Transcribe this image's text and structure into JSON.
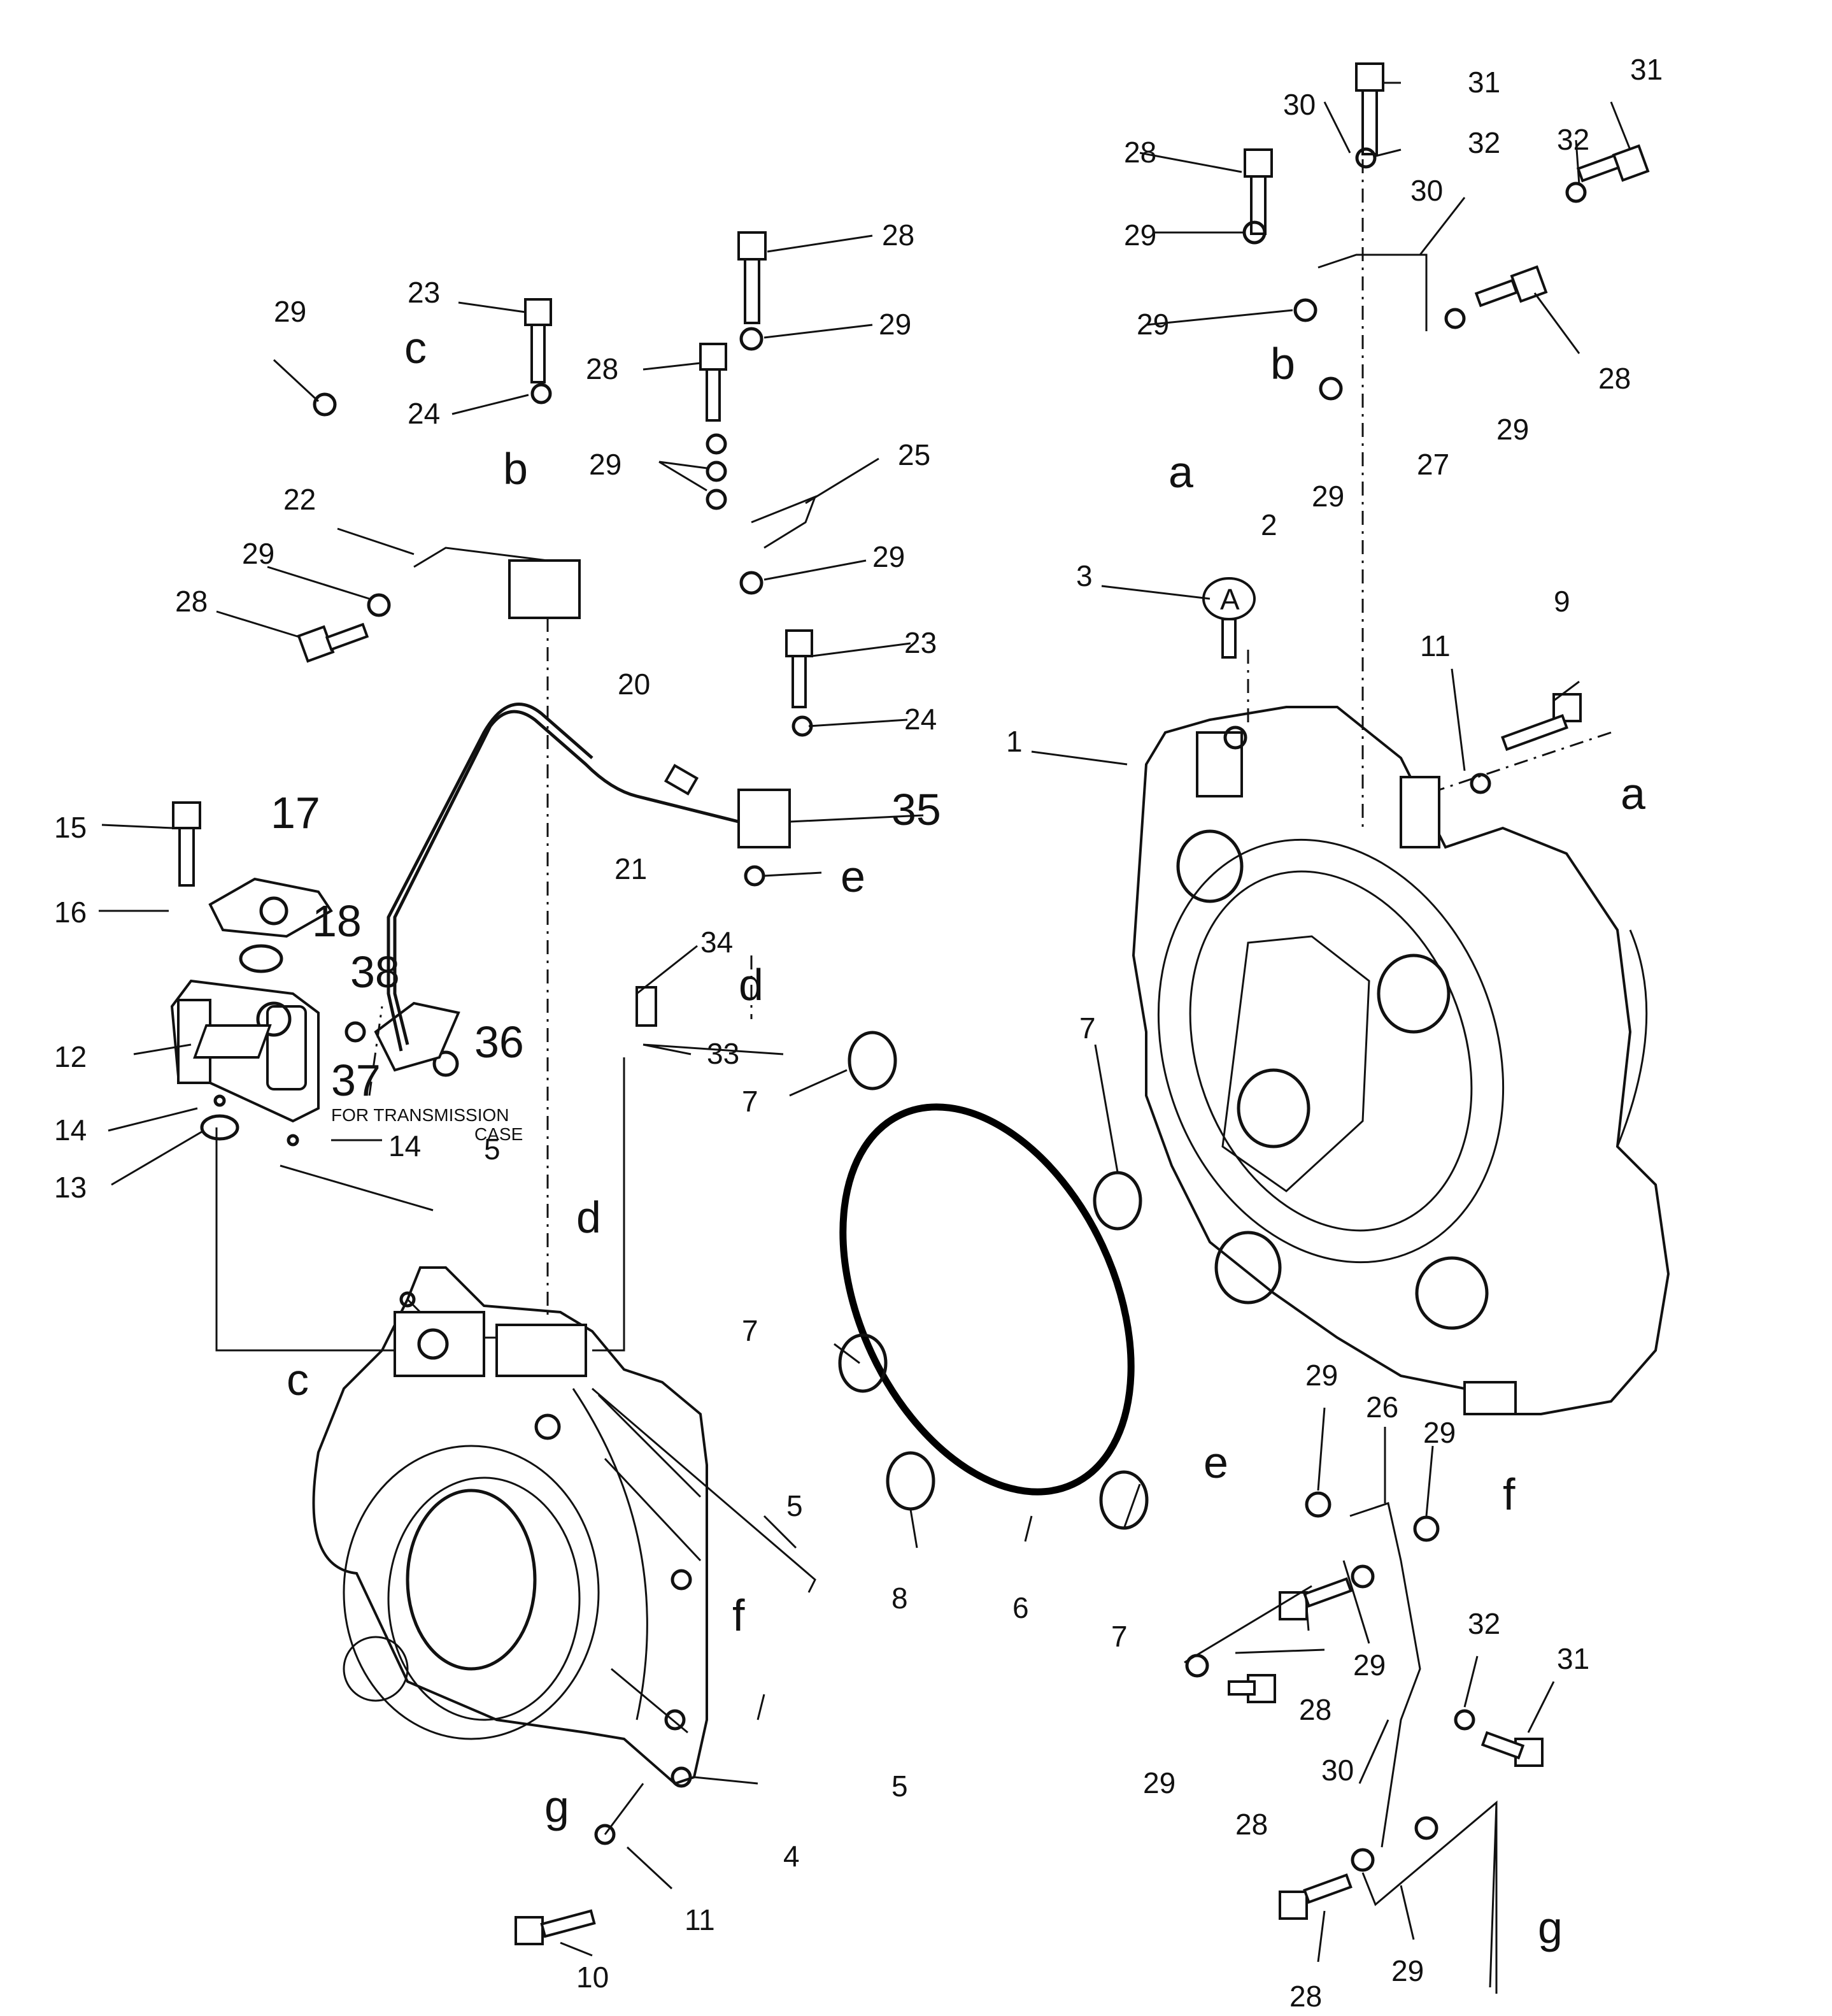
{
  "diagram": {
    "part_numbers": [
      "1",
      "2",
      "3",
      "4",
      "5",
      "6",
      "7",
      "8",
      "9",
      "10",
      "11",
      "12",
      "13",
      "14",
      "15",
      "16",
      "17",
      "18",
      "20",
      "21",
      "22",
      "23",
      "24",
      "25",
      "26",
      "27",
      "28",
      "29",
      "30",
      "31",
      "32",
      "33",
      "34",
      "35",
      "36",
      "37",
      "38"
    ],
    "reference_letters": [
      "a",
      "b",
      "c",
      "d",
      "e",
      "f",
      "g"
    ],
    "notes": {
      "transmission_line1": "FOR TRANSMISSION",
      "transmission_line2": "CASE"
    },
    "eyebolt_mark": "A"
  }
}
